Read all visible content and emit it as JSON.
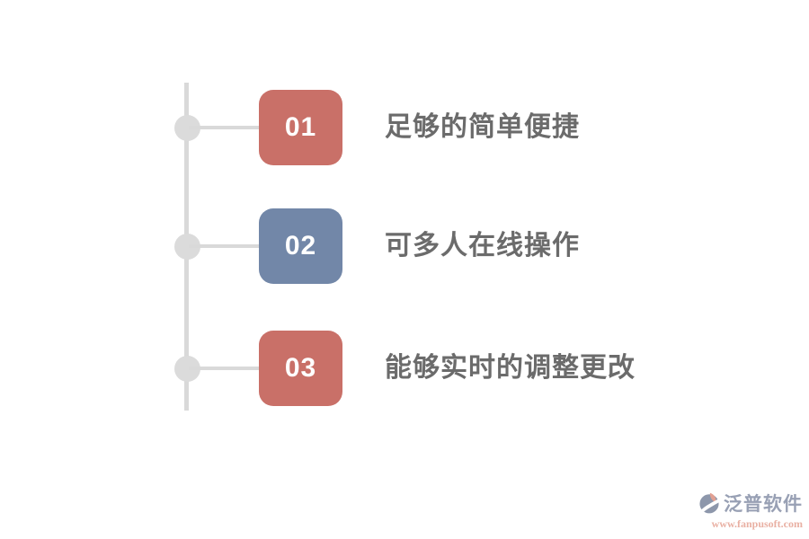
{
  "page": {
    "background": "#ffffff"
  },
  "timeline": {
    "line_color": "#d9d9d9",
    "node_color": "#dbdbdb",
    "number_color": "#ffffff",
    "label_color": "#6b6b6b",
    "items": [
      {
        "number": "01",
        "label": "足够的简单便捷",
        "box_color": "#c97068"
      },
      {
        "number": "02",
        "label": "可多人在线操作",
        "box_color": "#7287a8"
      },
      {
        "number": "03",
        "label": "能够实时的调整更改",
        "box_color": "#c97068"
      }
    ]
  },
  "watermark": {
    "brand": "泛普软件",
    "url": "www.fanpusoft.com",
    "brand_color": "#98a0b4",
    "url_color": "#e9b0a3",
    "icon_primary_color": "#8d97ab",
    "icon_accent_color": "#e2a092"
  }
}
